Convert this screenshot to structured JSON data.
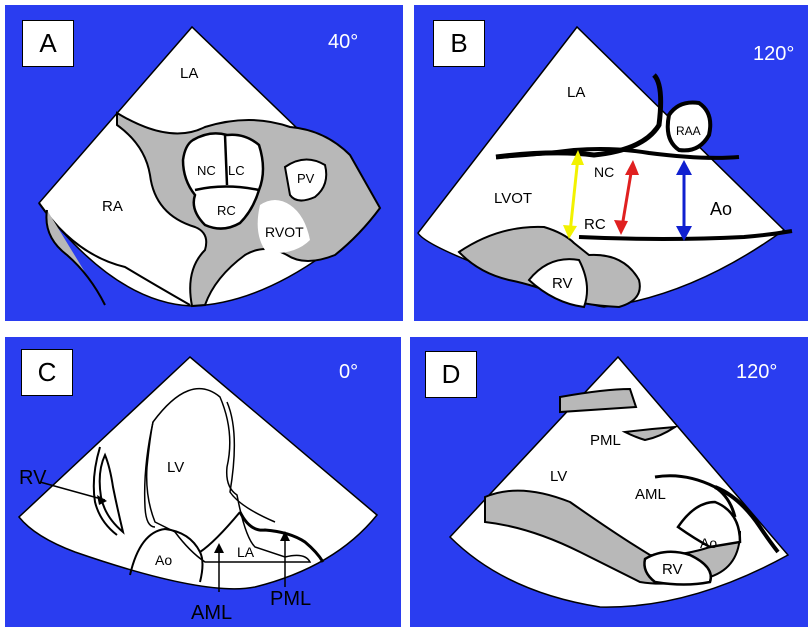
{
  "colors": {
    "background_blue": "#2a3df0",
    "tissue": "#b8b8b8",
    "yellow_arrow": "#f2f200",
    "red_arrow": "#e02020",
    "blue_arrow": "#1020d0"
  },
  "panels": {
    "a": {
      "letter": "A",
      "angle": "40°",
      "labels": {
        "la": "LA",
        "ra": "RA",
        "nc": "NC",
        "lc": "LC",
        "rc": "RC",
        "pv": "PV",
        "rvot": "RVOT"
      }
    },
    "b": {
      "letter": "B",
      "angle": "120°",
      "labels": {
        "la": "LA",
        "raa": "RAA",
        "nc": "NC",
        "lvot": "LVOT",
        "rc": "RC",
        "ao": "Ao",
        "rv": "RV"
      }
    },
    "c": {
      "letter": "C",
      "angle": "0°",
      "labels": {
        "rv": "RV",
        "lv": "LV",
        "ao": "Ao",
        "la": "LA",
        "aml": "AML",
        "pml": "PML"
      }
    },
    "d": {
      "letter": "D",
      "angle": "120°",
      "labels": {
        "pml": "PML",
        "lv": "LV",
        "aml": "AML",
        "ao": "Ao",
        "rv": "RV"
      }
    }
  }
}
